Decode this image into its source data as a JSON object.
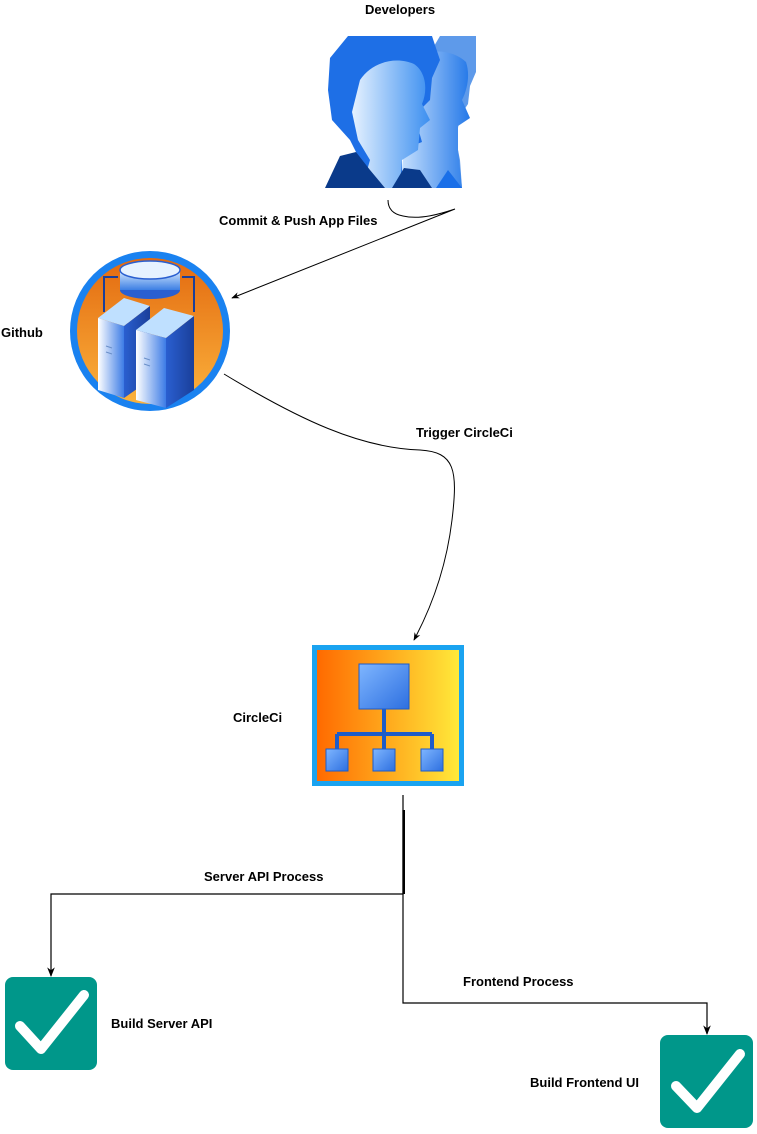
{
  "nodes": {
    "developers": {
      "label": "Developers",
      "icon": "users-icon"
    },
    "github": {
      "label": "Github",
      "icon": "database-server-icon"
    },
    "circleci": {
      "label": "CircleCi",
      "icon": "hierarchy-icon"
    },
    "build_server": {
      "label": "Build Server API",
      "icon": "checkmark-icon"
    },
    "build_frontend": {
      "label": "Build Frontend UI",
      "icon": "checkmark-icon"
    }
  },
  "edges": {
    "commit": {
      "label": "Commit & Push App Files"
    },
    "trigger": {
      "label": "Trigger CircleCi"
    },
    "server_process": {
      "label": "Server API Process"
    },
    "frontend_process": {
      "label": "Frontend Process"
    }
  },
  "colors": {
    "check_green": "#00978A",
    "ring_blue": "#1A82F0",
    "orange": "#F07A10",
    "yellow": "#FFE43A",
    "server_blue": "#3F7FE8",
    "person_blue": "#1E73E8"
  }
}
